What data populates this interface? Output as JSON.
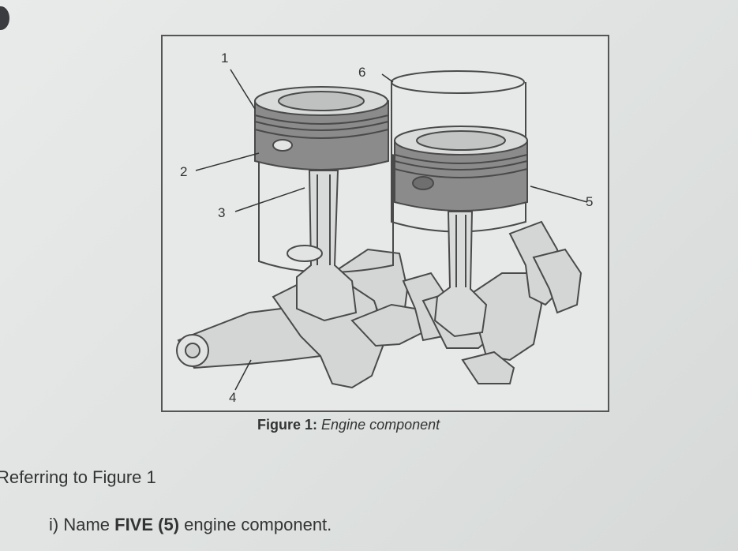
{
  "figure": {
    "callouts": [
      "1",
      "2",
      "3",
      "4",
      "5",
      "6"
    ],
    "caption_bold": "Figure 1:",
    "caption_italic": "Engine component"
  },
  "text": {
    "intro": "Referring to Figure 1",
    "question_prefix": "i) Name ",
    "question_bold": "FIVE (5)",
    "question_suffix": " engine component."
  }
}
